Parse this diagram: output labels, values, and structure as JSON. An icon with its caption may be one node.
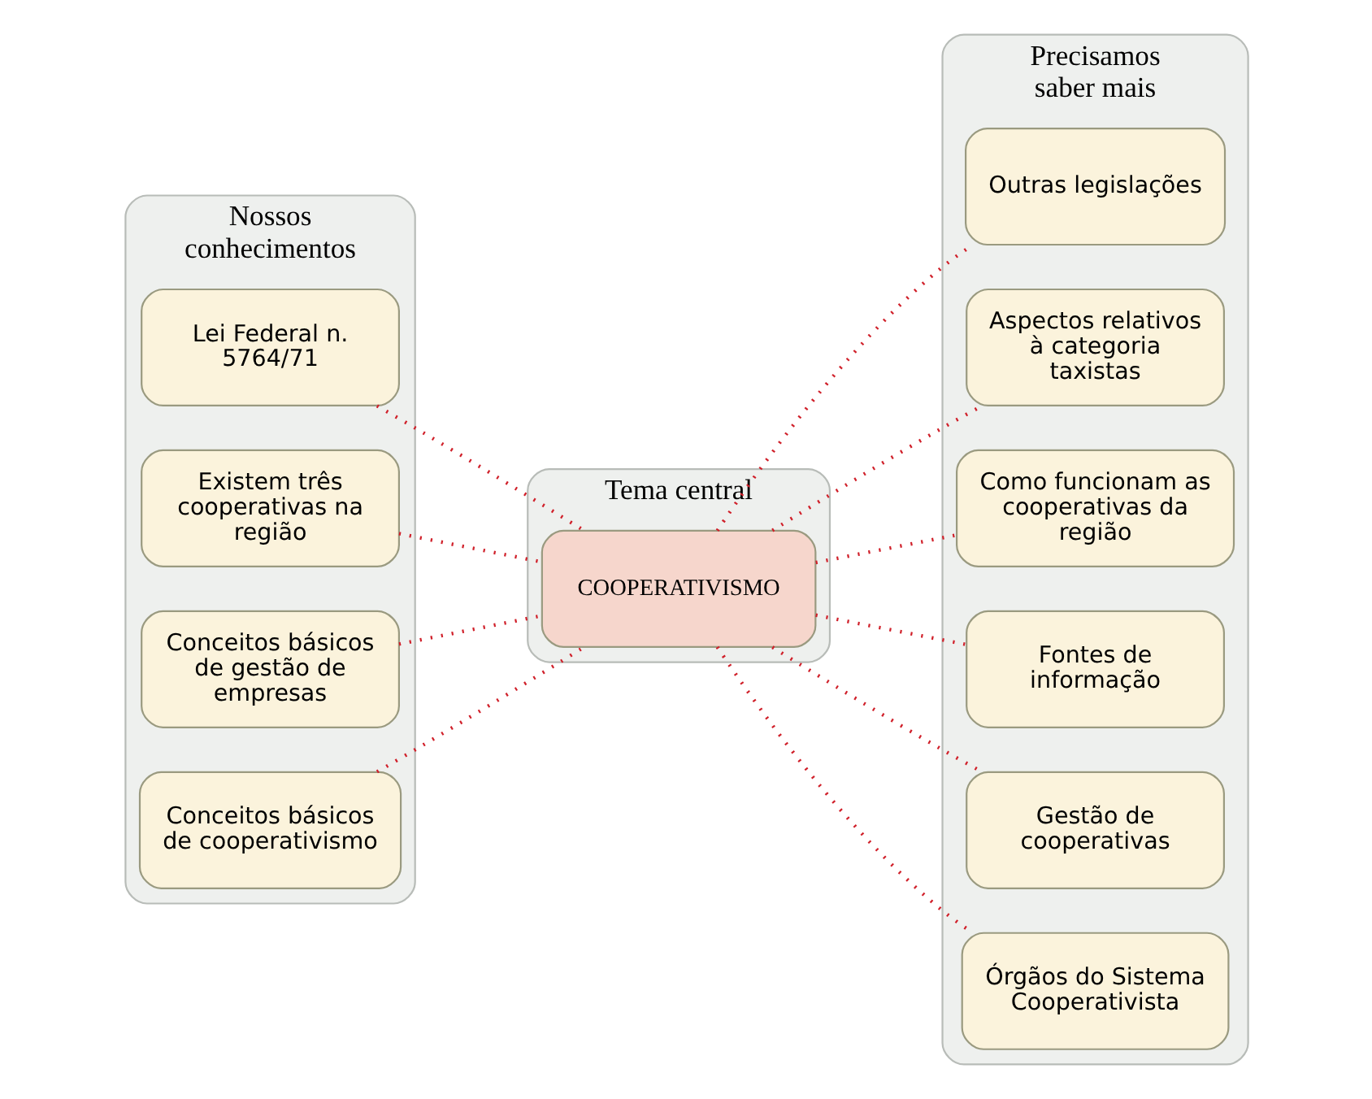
{
  "diagram": {
    "nodes": [
      {
        "text": [
          "Nossos conhecimentos"
        ]
      },
      {
        "text": [
          "Lei Federal n. 5764/71"
        ],
        "in": 0
      },
      {
        "text": [
          "Existem três cooperativas na região"
        ],
        "in": 0
      },
      {
        "text": [
          "Conceitos básicos de gestão de empresas"
        ],
        "in": 0
      },
      {
        "text": [
          "Conceitos básicos de cooperativismo"
        ],
        "in": 0
      },
      {
        "text": [
          "Tema central"
        ]
      },
      {
        "text": [
          "COOPERATIVISMO"
        ],
        "in": 5
      },
      {
        "text": [
          "Precisamos saber mais"
        ]
      },
      {
        "text": [
          "Outras legislações"
        ],
        "in": 7
      },
      {
        "text": [
          "Aspectos relativos à categoria taxistas"
        ],
        "in": 7
      },
      {
        "text": [
          "Como funcionam as cooperativas da região"
        ],
        "in": 7
      },
      {
        "text": [
          "Fontes de informação"
        ],
        "in": 7
      },
      {
        "text": [
          "Gestão de cooperativas"
        ],
        "in": 7
      },
      {
        "text": [
          "Órgãos do Sistema Cooperativista"
        ],
        "in": 7
      }
    ],
    "edges": [
      {
        "from": 1,
        "to": 6,
        "arrow": "none"
      },
      {
        "from": 2,
        "to": 6,
        "arrow": "none"
      },
      {
        "from": 3,
        "to": 6,
        "arrow": "none"
      },
      {
        "from": 4,
        "to": 6,
        "arrow": "none"
      },
      {
        "from": 6,
        "to": 8,
        "arrow": "none"
      },
      {
        "from": 6,
        "to": 9,
        "arrow": "none"
      },
      {
        "from": 6,
        "to": 10,
        "arrow": "none"
      },
      {
        "from": 6,
        "to": 11,
        "arrow": "none"
      },
      {
        "from": 6,
        "to": 12,
        "arrow": "none"
      },
      {
        "from": 6,
        "to": 13,
        "arrow": "none"
      }
    ]
  }
}
